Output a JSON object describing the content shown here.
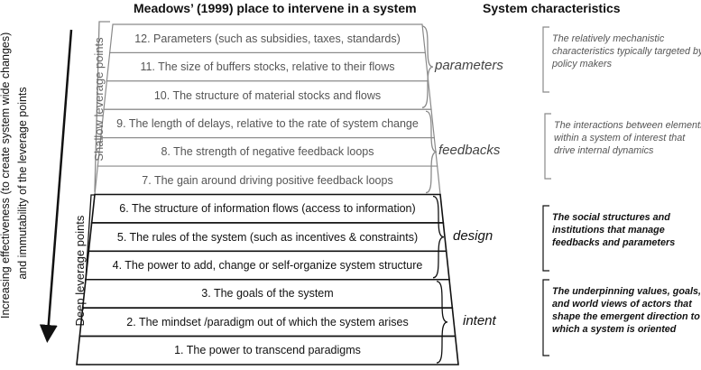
{
  "headers": {
    "left": "Meadows’ (1999) place to intervene in a system",
    "right": "System characteristics"
  },
  "axis": {
    "line1": "Increasing effectiveness   (to create system wide changes)",
    "line2": "and immutability of the leverage points"
  },
  "zones": {
    "shallow": "Shallow leverage points",
    "deep": "Deep leverage points"
  },
  "levels": [
    "12. Parameters (such as subsidies, taxes, standards)",
    "11. The size of buffers stocks, relative to their flows",
    "10. The structure of material stocks and flows",
    "9. The length of delays, relative to the rate of system change",
    "8. The strength of negative feedback loops",
    "7. The gain around driving positive feedback loops",
    "6. The structure of information flows (access to information)",
    "5. The rules of the system (such as incentives & constraints)",
    "4. The power to add, change or self-organize system structure",
    "3. The goals of the system",
    "2. The mindset /paradigm out of which the system arises",
    "1. The power to transcend paradigms"
  ],
  "categories": [
    {
      "label": "parameters",
      "description": "The relatively mechanistic characteristics typically targeted by policy makers"
    },
    {
      "label": "feedbacks",
      "description": "The interactions between elements within a system of interest that drive internal dynamics"
    },
    {
      "label": "design",
      "description": "The social structures and institutions that manage feedbacks and parameters"
    },
    {
      "label": "intent",
      "description": "The underpinning values, goals, and world views of actors that shape the emergent direction to which a system is oriented"
    }
  ],
  "colors": {
    "shallow_text": "#555555",
    "deep_text": "#111111",
    "shallow_border": "#8a8a8a",
    "deep_border": "#111111"
  }
}
